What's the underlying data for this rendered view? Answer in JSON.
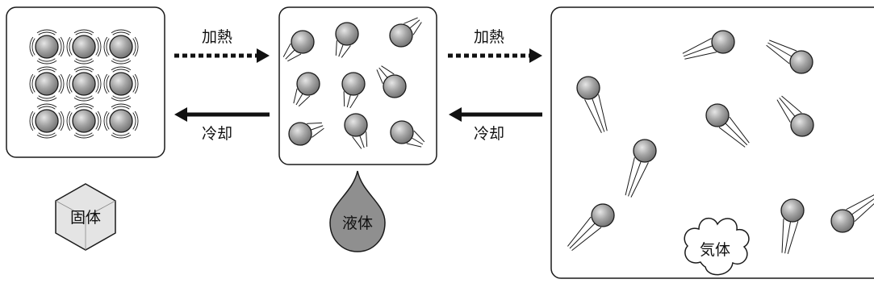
{
  "states": {
    "solid": "固体",
    "liquid": "液体",
    "gas": "気体"
  },
  "transitions": {
    "heat_1": "加熱",
    "cool_1": "冷却",
    "heat_2": "加熱",
    "cool_2": "冷却"
  },
  "colors": {
    "particle_fill": "#9a9a9a",
    "liquid_drop": "#8f8f8f",
    "solid_hexagon": "#e4e4e4",
    "gas_cloud": "#ffffff",
    "stroke": "#1a1a1a"
  },
  "icons": {
    "solid": "hexagon-cube-icon",
    "liquid": "water-drop-icon",
    "gas": "cloud-icon"
  }
}
